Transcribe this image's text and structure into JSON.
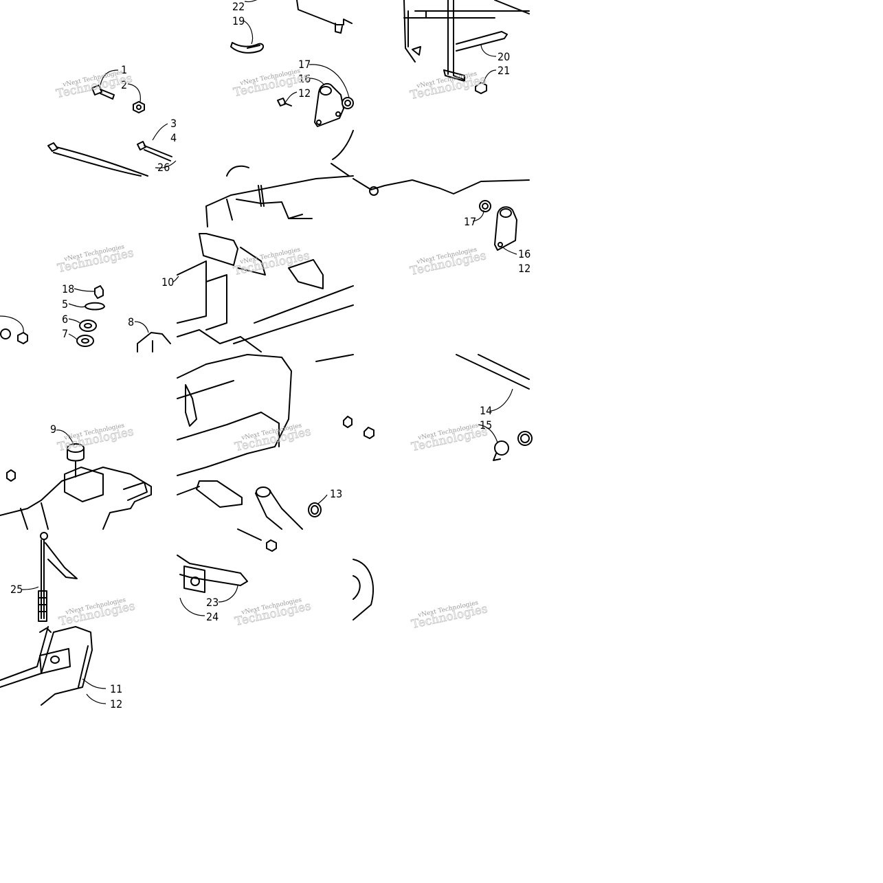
{
  "watermark": {
    "line1": "vNext Technologies",
    "line2": "Technologies",
    "color": "#9a9a9a"
  },
  "callouts": [
    "1",
    "2",
    "3",
    "4",
    "5",
    "6",
    "7",
    "8",
    "9",
    "10",
    "11",
    "12",
    "13",
    "14",
    "15",
    "16",
    "17",
    "18",
    "19",
    "20",
    "21",
    "22",
    "23",
    "24",
    "25",
    "26"
  ],
  "colors": {
    "line": "#000000",
    "background": "#ffffff"
  }
}
